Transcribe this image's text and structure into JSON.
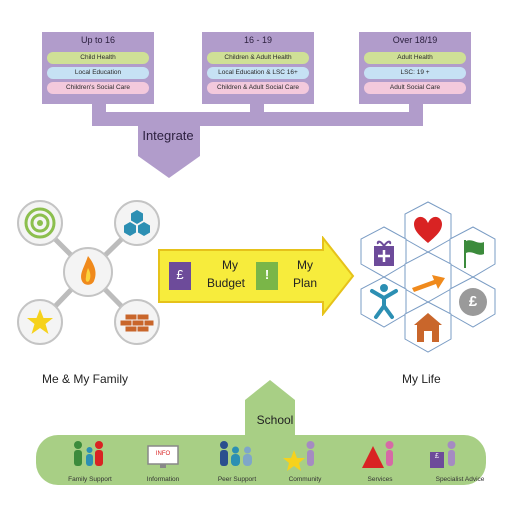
{
  "age_groups": [
    {
      "title": "Up to 16",
      "items": [
        "Child Health",
        "Local Education",
        "Children's Social Care"
      ]
    },
    {
      "title": "16 - 19",
      "items": [
        "Children & Adult Health",
        "Local Education & LSC 16+",
        "Children & Adult Social Care"
      ]
    },
    {
      "title": "Over 18/19",
      "items": [
        "Adult Health",
        "LSC: 19 +",
        "Adult Social Care"
      ]
    }
  ],
  "integrate_label": "Integrate",
  "family": {
    "caption": "Me & My Family",
    "icons": [
      "target-icon",
      "hexagons-icon",
      "flame-icon",
      "star-icon",
      "bricks-icon"
    ]
  },
  "arrow": {
    "budget_symbol": "£",
    "budget_line1": "My",
    "budget_line2": "Budget",
    "plan_symbol": "!",
    "plan_line1": "My",
    "plan_line2": "Plan"
  },
  "life": {
    "caption": "My Life",
    "icons": [
      "heart-icon",
      "gift-icon",
      "flag-icon",
      "person-icon",
      "arrow-icon",
      "pound-coin-icon",
      "house-icon"
    ],
    "coin_symbol": "£"
  },
  "school": {
    "label": "School",
    "services": [
      "Family Support",
      "Information",
      "Peer Support",
      "Community",
      "Services",
      "Specialist Advice"
    ],
    "info_sign": "INFO",
    "advice_symbol": "£"
  },
  "colors": {
    "purple": "#b19ccb",
    "green_bar": "#a8cf85",
    "arrow_yellow": "#f7ec3c",
    "budget_purple": "#6d4b9a",
    "plan_green": "#7ab648"
  }
}
